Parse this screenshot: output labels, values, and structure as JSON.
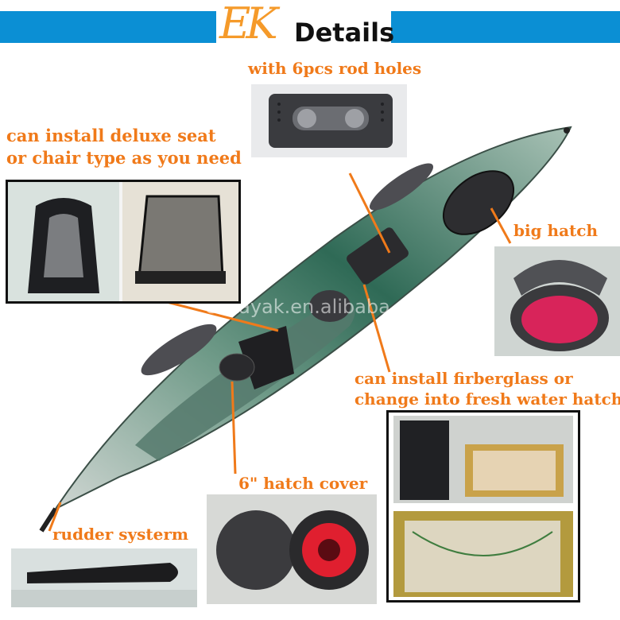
{
  "header": {
    "brand_mark": "EK",
    "title": "Details"
  },
  "labels": {
    "rod_holes": "with 6pcs rod holes",
    "seat_line1": "can install deluxe seat",
    "seat_line2": "or chair type as you need",
    "big_hatch": "big hatch",
    "fiberglass_line1": "can install firberglass or",
    "fiberglass_line2": "change into fresh water hatch",
    "hatch_cover": "6\" hatch cover",
    "rudder": "rudder systerm"
  },
  "watermark": "ekkayak.en.alibaba.com",
  "colors": {
    "accent_orange": "#f07a1a",
    "band_blue": "#0b8fd4",
    "kayak_green": "#5d8a7a",
    "hatch_pink": "#d8245a"
  }
}
